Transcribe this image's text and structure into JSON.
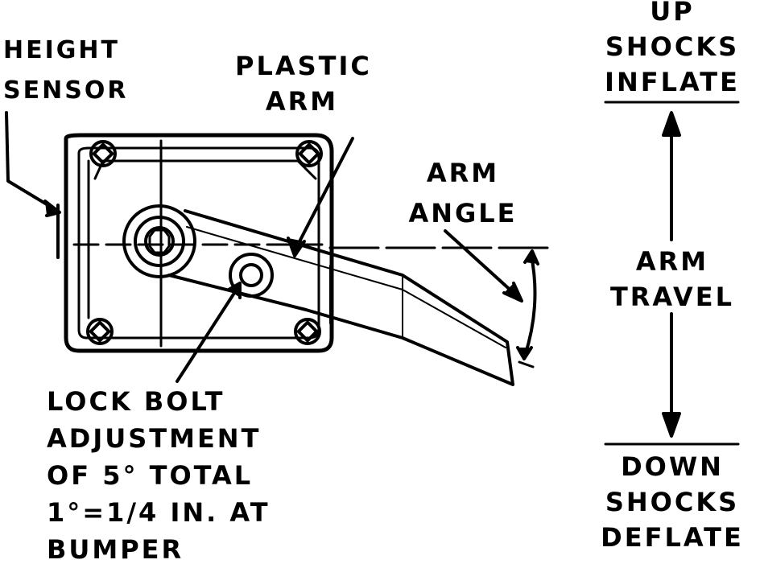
{
  "labels": {
    "height_sensor": [
      "HEIGHT",
      "SENSOR"
    ],
    "plastic_arm": [
      "PLASTIC",
      "ARM"
    ],
    "arm_angle": [
      "ARM",
      "ANGLE"
    ],
    "up": [
      "UP",
      "SHOCKS",
      "INFLATE"
    ],
    "arm_travel": [
      "ARM",
      "TRAVEL"
    ],
    "down": [
      "DOWN",
      "SHOCKS",
      "DEFLATE"
    ],
    "lock_bolt": [
      "LOCK BOLT",
      "ADJUSTMENT",
      "OF 5° TOTAL",
      "1°=1/4 IN. AT",
      "BUMPER"
    ]
  },
  "colors": {
    "ink": "#000000",
    "paper": "#ffffff"
  }
}
